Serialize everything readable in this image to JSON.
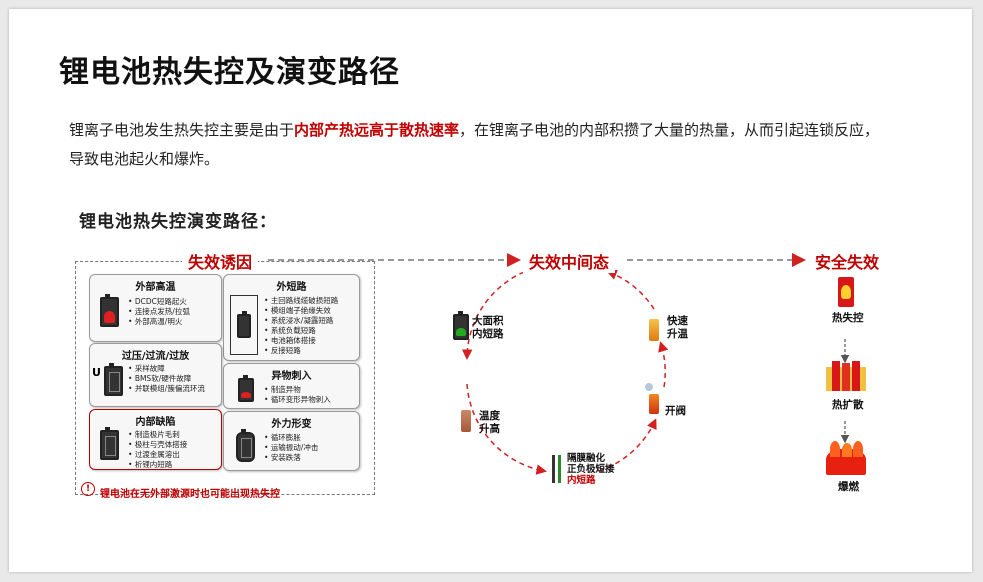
{
  "title": "锂电池热失控及演变路径",
  "intro": {
    "pre": "锂离子电池发生热失控主要是由于",
    "highlight": "内部产热远高于散热速率",
    "post": "，在锂离子电池的内部积攒了大量的热量，从而引起连锁反应，导致电池起火和爆炸。"
  },
  "subhead": "锂电池热失控演变路径：",
  "causes": {
    "title": "失效诱因",
    "cards": [
      {
        "title": "外部高温",
        "items": [
          "DCDC短路起火",
          "连接点发热/拉弧",
          "外部高温/明火"
        ]
      },
      {
        "title": "外短路",
        "items": [
          "主回路线缆破损短路",
          "模组端子绝缘失效",
          "系统浸水/凝露短路",
          "系统负载短路",
          "电池箱体搭接",
          "反接短路"
        ]
      },
      {
        "title": "过压/过流/过放",
        "items": [
          "采样故障",
          "BMS软/硬件故障",
          "并联模组/簇偏流环流"
        ]
      },
      {
        "title": "异物刺入",
        "items": [
          "制造异物",
          "循环变形异物刺入"
        ]
      },
      {
        "title": "内部缺陷",
        "items": [
          "制造极片毛刺",
          "极柱与壳体搭接",
          "过渡金属溶出",
          "析锂内短路"
        ]
      },
      {
        "title": "外力形变",
        "items": [
          "循环膨胀",
          "运输振动/冲击",
          "安装跌落"
        ]
      }
    ],
    "note": "锂电池在无外部激源时也可能出现热失控",
    "warn_glyph": "!"
  },
  "middle": {
    "title": "失效中间态",
    "states": {
      "large_short": "大面积\n内短路",
      "fast_heat": "快速\n升温",
      "temp_rise": "温度\n升高",
      "vent": "开阀",
      "sep_line1": "隔膜融化",
      "sep_line2": "正负极短接",
      "sep_line3": "内短路"
    }
  },
  "safety": {
    "title": "安全失效",
    "stages": [
      "热失控",
      "热扩散",
      "爆燃"
    ]
  },
  "colors": {
    "accent": "#c00000",
    "card_border": "#9a9a9a",
    "arrow_dash": "#d02020"
  }
}
